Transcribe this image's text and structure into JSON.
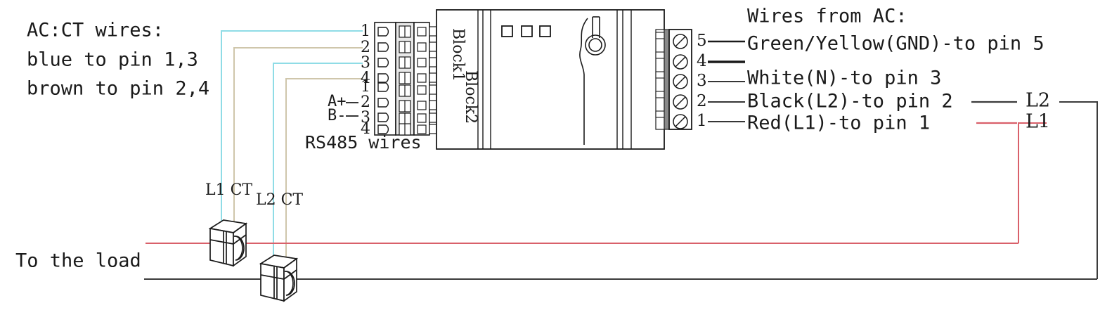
{
  "diagram": {
    "title": "CT and AC wiring diagram",
    "colors": {
      "line_black": "#3b3b3b",
      "line_red": "#d9606a",
      "wire_blue": "#8fdce6",
      "wire_brown": "#cfc6ab",
      "outline": "#1a1a1a",
      "text": "#1a1a1a",
      "device_fill": "#ffffff"
    }
  },
  "left_notes": {
    "heading": "AC:CT wires:",
    "line_blue": "blue to pin 1,3",
    "line_brown": "brown to pin 2,4"
  },
  "load_label": "To the load",
  "ct_clamps": [
    {
      "label": "L1 CT"
    },
    {
      "label": "L2 CT"
    }
  ],
  "left_terminal": {
    "block1_label": "Block1",
    "block2_label": "Block2",
    "pins": [
      "1",
      "2",
      "3",
      "4",
      "1",
      "2",
      "3",
      "4"
    ],
    "rs485_label": "RS485 wires",
    "rs485_signals": [
      {
        "name": "A+",
        "pin": "2"
      },
      {
        "name": "B-",
        "pin": "3"
      }
    ]
  },
  "right_terminal": {
    "pins": [
      "5",
      "4",
      "3",
      "2",
      "1"
    ]
  },
  "right_notes": {
    "heading": "Wires from AC:",
    "rows": [
      "Green/Yellow(GND)-to pin 5",
      "White(N)-to pin 3",
      "Black(L2)-to pin 2",
      "Red(L1)-to pin 1"
    ]
  },
  "line_labels": {
    "l2": "L2",
    "l1": "L1"
  },
  "device": {
    "led_count": 3
  }
}
